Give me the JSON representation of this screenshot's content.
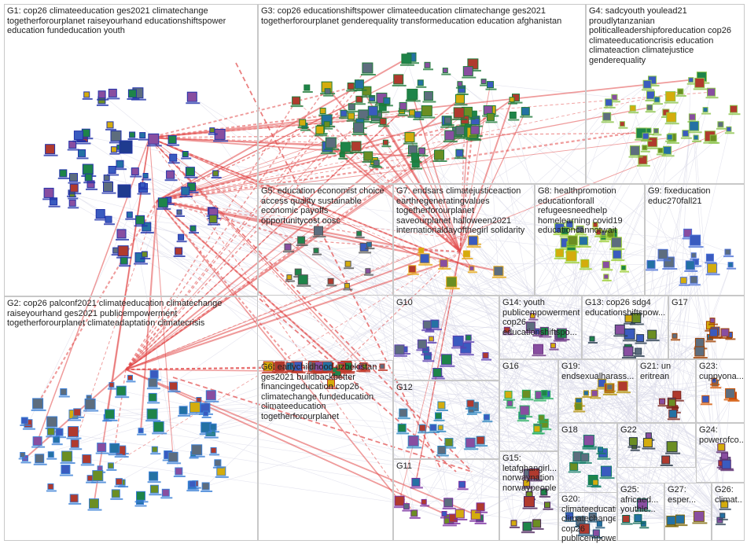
{
  "groups": [
    {
      "id": "G1",
      "lines": [
        "G1: cop26 climateeducation ges2021 climatechange",
        "togetherforourplanet raiseyourhand educationshiftspower",
        "education fundeducation youth"
      ],
      "color": "#2233aa"
    },
    {
      "id": "G2",
      "lines": [
        "G2: cop26 palconf2021 climateeducation climatechange",
        "raiseyourhand ges2021 publicempowerment",
        "togetherforourplanet climateadaptation climatecrisis"
      ],
      "color": "#3b7fd6"
    },
    {
      "id": "G3",
      "lines": [
        "G3: cop26 educationshiftspower climateeducation climatechange ges2021",
        "togetherforourplanet genderequality transformeducation education afghanistan"
      ],
      "color": "#1f7a3a"
    },
    {
      "id": "G4",
      "lines": [
        "G4: sadcyouth youlead21",
        "proudlytanzanian",
        "politicalleadershipforeducation cop26",
        "climateeducationcrisis education",
        "climateaction climatejustice",
        "genderequality"
      ],
      "color": "#8bc34a"
    },
    {
      "id": "G5",
      "lines": [
        "G5: education economist choice",
        "access quality sustainable",
        "economic payoffs",
        "opportunitycost oosc"
      ],
      "color": "#555555"
    },
    {
      "id": "G6",
      "lines": [
        "G6: earlychildhood uzbekistan",
        "ges2021 buildbackbetter",
        "financingeducation cop26",
        "climatechange fundeducation",
        "climateeducation",
        "togetherforourplanet"
      ],
      "color": "#c0392b"
    },
    {
      "id": "G7",
      "lines": [
        "G7: endsars climatejusticeaction",
        "earthregeneratingvalues",
        "togetherforourplanet",
        "saveourplanet halloween2021",
        "internationaldayofthegirl solidarity"
      ],
      "color": "#e6a817"
    },
    {
      "id": "G8",
      "lines": [
        "G8: healthpromotion",
        "educationforall",
        "refugeesneedhelp",
        "homelearning covid19",
        "educationcannotwait"
      ],
      "color": "#9acd32"
    },
    {
      "id": "G9",
      "lines": [
        "G9: fixeducation",
        "educ270fall21"
      ],
      "color": "#4a6fd6"
    },
    {
      "id": "G10",
      "lines": [
        "G10"
      ],
      "color": "#5a3fb0"
    },
    {
      "id": "G11",
      "lines": [
        "G11"
      ],
      "color": "#7a2fa0"
    },
    {
      "id": "G12",
      "lines": [
        "G12"
      ],
      "color": "#2e86c1"
    },
    {
      "id": "G13",
      "lines": [
        "G13: cop26 sdg4",
        "educationshiftspow..."
      ],
      "color": "#2c3e50"
    },
    {
      "id": "G14",
      "lines": [
        "G14: youth",
        "publicempowerment",
        "cop26",
        "educationshiftspo..."
      ],
      "color": "#6c3483"
    },
    {
      "id": "G15",
      "lines": [
        "G15:",
        "letafghangirl...",
        "norwaynation",
        "norwaypeople"
      ],
      "color": "#4a235a"
    },
    {
      "id": "G16",
      "lines": [
        "G16"
      ],
      "color": "#27ae60"
    },
    {
      "id": "G17",
      "lines": [
        "G17"
      ],
      "color": "#a04000"
    },
    {
      "id": "G18",
      "lines": [
        "G18"
      ],
      "color": "#117a65"
    },
    {
      "id": "G19",
      "lines": [
        "G19:",
        "endsexualharass..."
      ],
      "color": "#b7950b"
    },
    {
      "id": "G20",
      "lines": [
        "G20:",
        "climateeducation",
        "climatechange",
        "cop26",
        "publicempowerm..."
      ],
      "color": "#1a5276"
    },
    {
      "id": "G21",
      "lines": [
        "G21: un",
        "eritrean"
      ],
      "color": "#7b241c"
    },
    {
      "id": "G22",
      "lines": [
        "G22"
      ],
      "color": "#283747"
    },
    {
      "id": "G23",
      "lines": [
        "G23:",
        "cuppyona..."
      ],
      "color": "#d35400"
    },
    {
      "id": "G24",
      "lines": [
        "G24:",
        "powerofco..."
      ],
      "color": "#5b2c6f"
    },
    {
      "id": "G25",
      "lines": [
        "G25:",
        "africaed...",
        "youthle..."
      ],
      "color": "#0e6655"
    },
    {
      "id": "G26",
      "lines": [
        "G26:",
        "climat..."
      ],
      "color": "#34495e"
    },
    {
      "id": "G27",
      "lines": [
        "G27:",
        "esper..."
      ],
      "color": "#7d6608"
    }
  ],
  "edge_color": "#e24a4a",
  "light_edge_color": "#d9d9e8"
}
